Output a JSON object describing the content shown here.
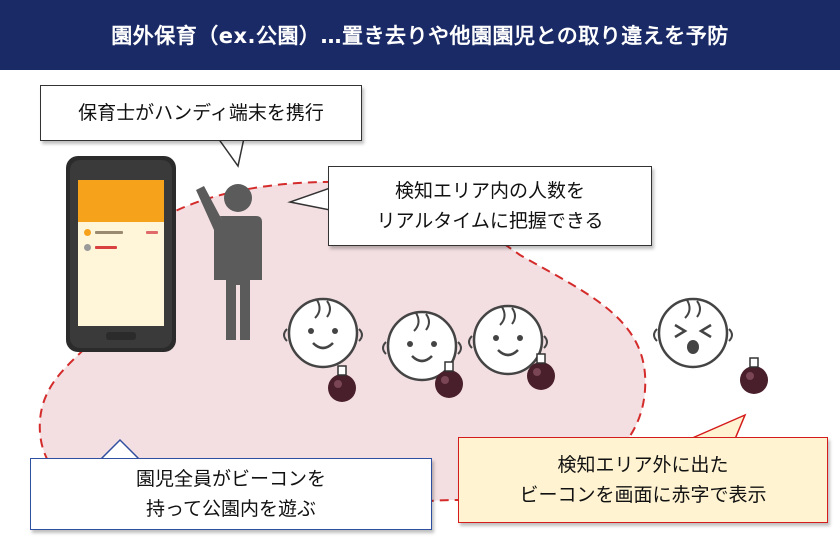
{
  "header": {
    "title": "園外保育（ex.公園）…置き去りや他園園児との取り違えを予防"
  },
  "callouts": {
    "device": "保育士がハンディ端末を携行",
    "count": [
      "検知エリア内の人数を",
      "リアルタイムに把握できる"
    ],
    "children": [
      "園児全員がビーコンを",
      "持って公園内を遊ぶ"
    ],
    "alert": [
      "検知エリア外に出た",
      "ビーコンを画面に赤字で表示"
    ]
  },
  "colors": {
    "header_bg": "#1a2a66",
    "area_fill": "#f3dfe2",
    "area_border": "#d42b2b",
    "beacon": "#4a1f2c",
    "alert_bg": "#fff3d2",
    "alert_border": "#d41c1c",
    "children_border": "#2f4fa0",
    "phone_accent": "#f6a21b"
  },
  "icons": [
    "handheld-terminal-icon",
    "caregiver-icon",
    "child-face-icon",
    "crying-child-face-icon",
    "beacon-icon"
  ]
}
